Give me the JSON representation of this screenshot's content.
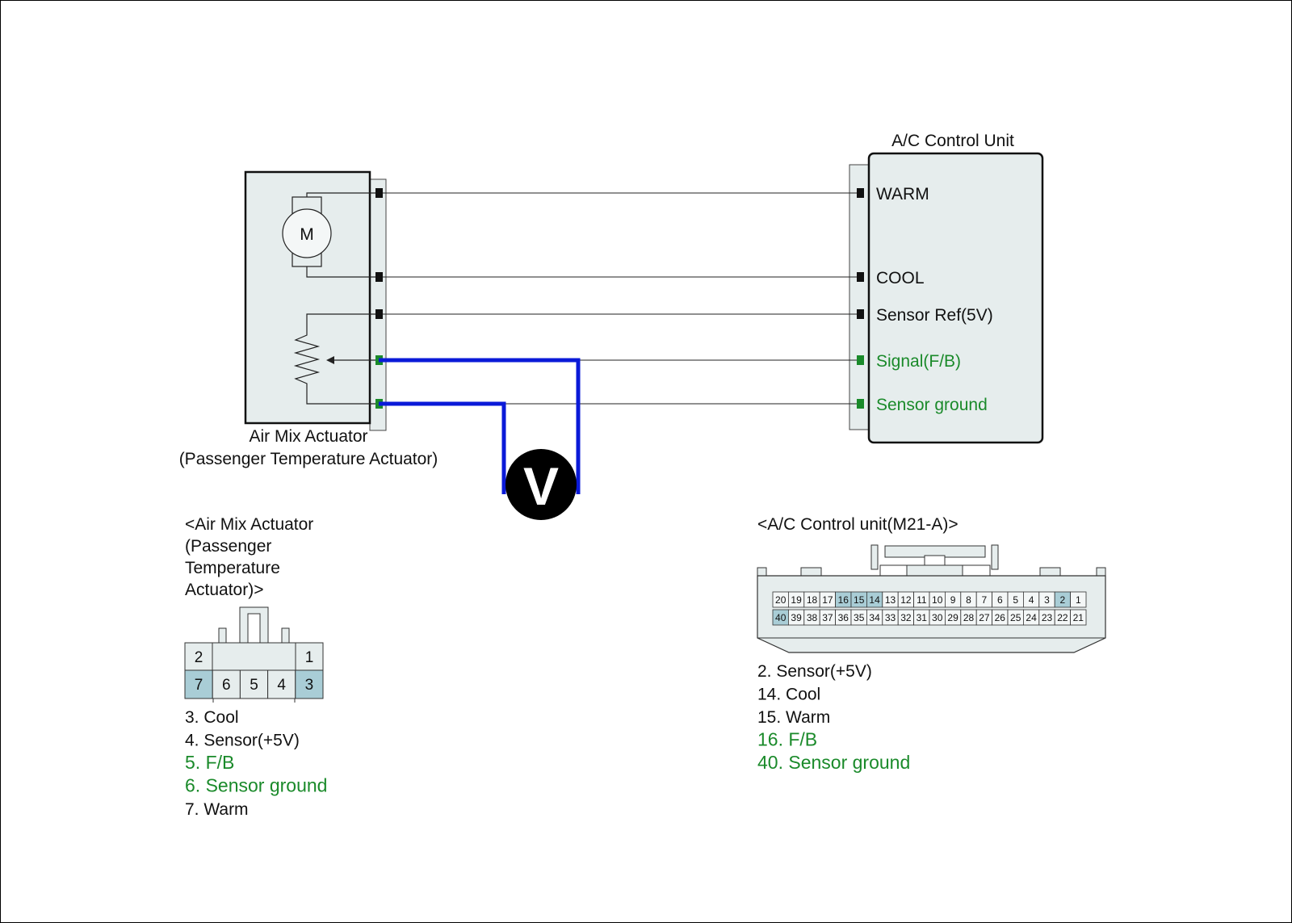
{
  "colors": {
    "accent_green": "#1a8a2a",
    "probe_blue": "#0a1ad8",
    "housing_fill": "#e6eded",
    "pin_highlight": "#a9cdd6"
  },
  "actuator": {
    "motor_symbol": "M",
    "label_line1": "Air Mix Actuator",
    "label_line2": "(Passenger Temperature Actuator)"
  },
  "control_unit": {
    "title": "A/C Control Unit",
    "terminals": [
      {
        "label": "WARM",
        "highlight": false
      },
      {
        "label": "COOL",
        "highlight": false
      },
      {
        "label": "Sensor Ref(5V)",
        "highlight": false
      },
      {
        "label": "Signal(F/B)",
        "highlight": true
      },
      {
        "label": "Sensor ground",
        "highlight": true
      }
    ]
  },
  "meter": {
    "symbol": "V"
  },
  "actuator_connector": {
    "title_lines": [
      "<Air Mix Actuator",
      "(Passenger",
      "Temperature",
      "Actuator)>"
    ],
    "top_pins": [
      "2",
      "1"
    ],
    "bottom_pins": [
      "7",
      "6",
      "5",
      "4",
      "3"
    ],
    "highlighted": [
      "7",
      "3"
    ],
    "legend": [
      {
        "text": "3. Cool",
        "green": false
      },
      {
        "text": "4. Sensor(+5V)",
        "green": false
      },
      {
        "text": "5. F/B",
        "green": true
      },
      {
        "text": "6. Sensor ground",
        "green": true
      },
      {
        "text": "7. Warm",
        "green": false
      }
    ]
  },
  "acu_connector": {
    "title": "<A/C Control unit(M21-A)>",
    "row1": [
      "20",
      "19",
      "18",
      "17",
      "16",
      "15",
      "14",
      "13",
      "12",
      "11",
      "10",
      "9",
      "8",
      "7",
      "6",
      "5",
      "4",
      "3",
      "2",
      "1"
    ],
    "row2": [
      "40",
      "39",
      "38",
      "37",
      "36",
      "35",
      "34",
      "33",
      "32",
      "31",
      "30",
      "29",
      "28",
      "27",
      "26",
      "25",
      "24",
      "23",
      "22",
      "21"
    ],
    "highlighted": [
      "16",
      "15",
      "14",
      "2",
      "40"
    ],
    "legend": [
      {
        "text": "2. Sensor(+5V)",
        "green": false
      },
      {
        "text": "14. Cool",
        "green": false
      },
      {
        "text": "15. Warm",
        "green": false
      },
      {
        "text": "16. F/B",
        "green": true
      },
      {
        "text": "40. Sensor ground",
        "green": true
      }
    ]
  }
}
